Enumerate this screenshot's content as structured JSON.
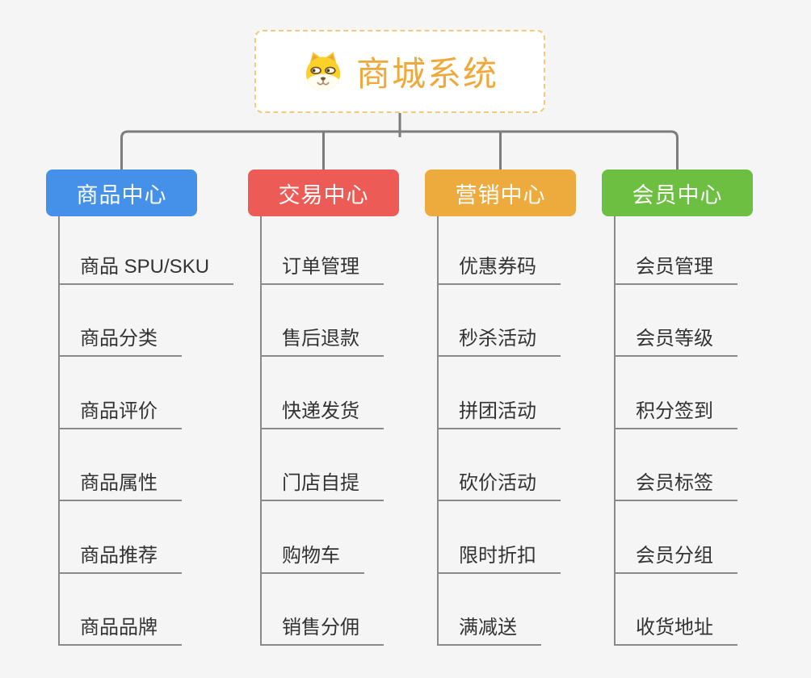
{
  "page": {
    "background_color": "#f5f5f5",
    "connector_color": "#7c7c7c",
    "item_line_color": "#8a8a8a",
    "item_text_color": "#333333"
  },
  "root": {
    "title": "商城系统",
    "icon": "doge-icon",
    "title_color": "#f0a83a",
    "border_color": "#f3c97d",
    "background": "#ffffff"
  },
  "branches": [
    {
      "label": "商品中心",
      "color": "#4590e8",
      "items": [
        "商品 SPU/SKU",
        "商品分类",
        "商品评价",
        "商品属性",
        "商品推荐",
        "商品品牌"
      ]
    },
    {
      "label": "交易中心",
      "color": "#ec5b56",
      "items": [
        "订单管理",
        "售后退款",
        "快递发货",
        "门店自提",
        "购物车",
        "销售分佣"
      ]
    },
    {
      "label": "营销中心",
      "color": "#edaa3d",
      "items": [
        "优惠券码",
        "秒杀活动",
        "拼团活动",
        "砍价活动",
        "限时折扣",
        "满减送"
      ]
    },
    {
      "label": "会员中心",
      "color": "#6cbf40",
      "items": [
        "会员管理",
        "会员等级",
        "积分签到",
        "会员标签",
        "会员分组",
        "收货地址"
      ]
    }
  ]
}
